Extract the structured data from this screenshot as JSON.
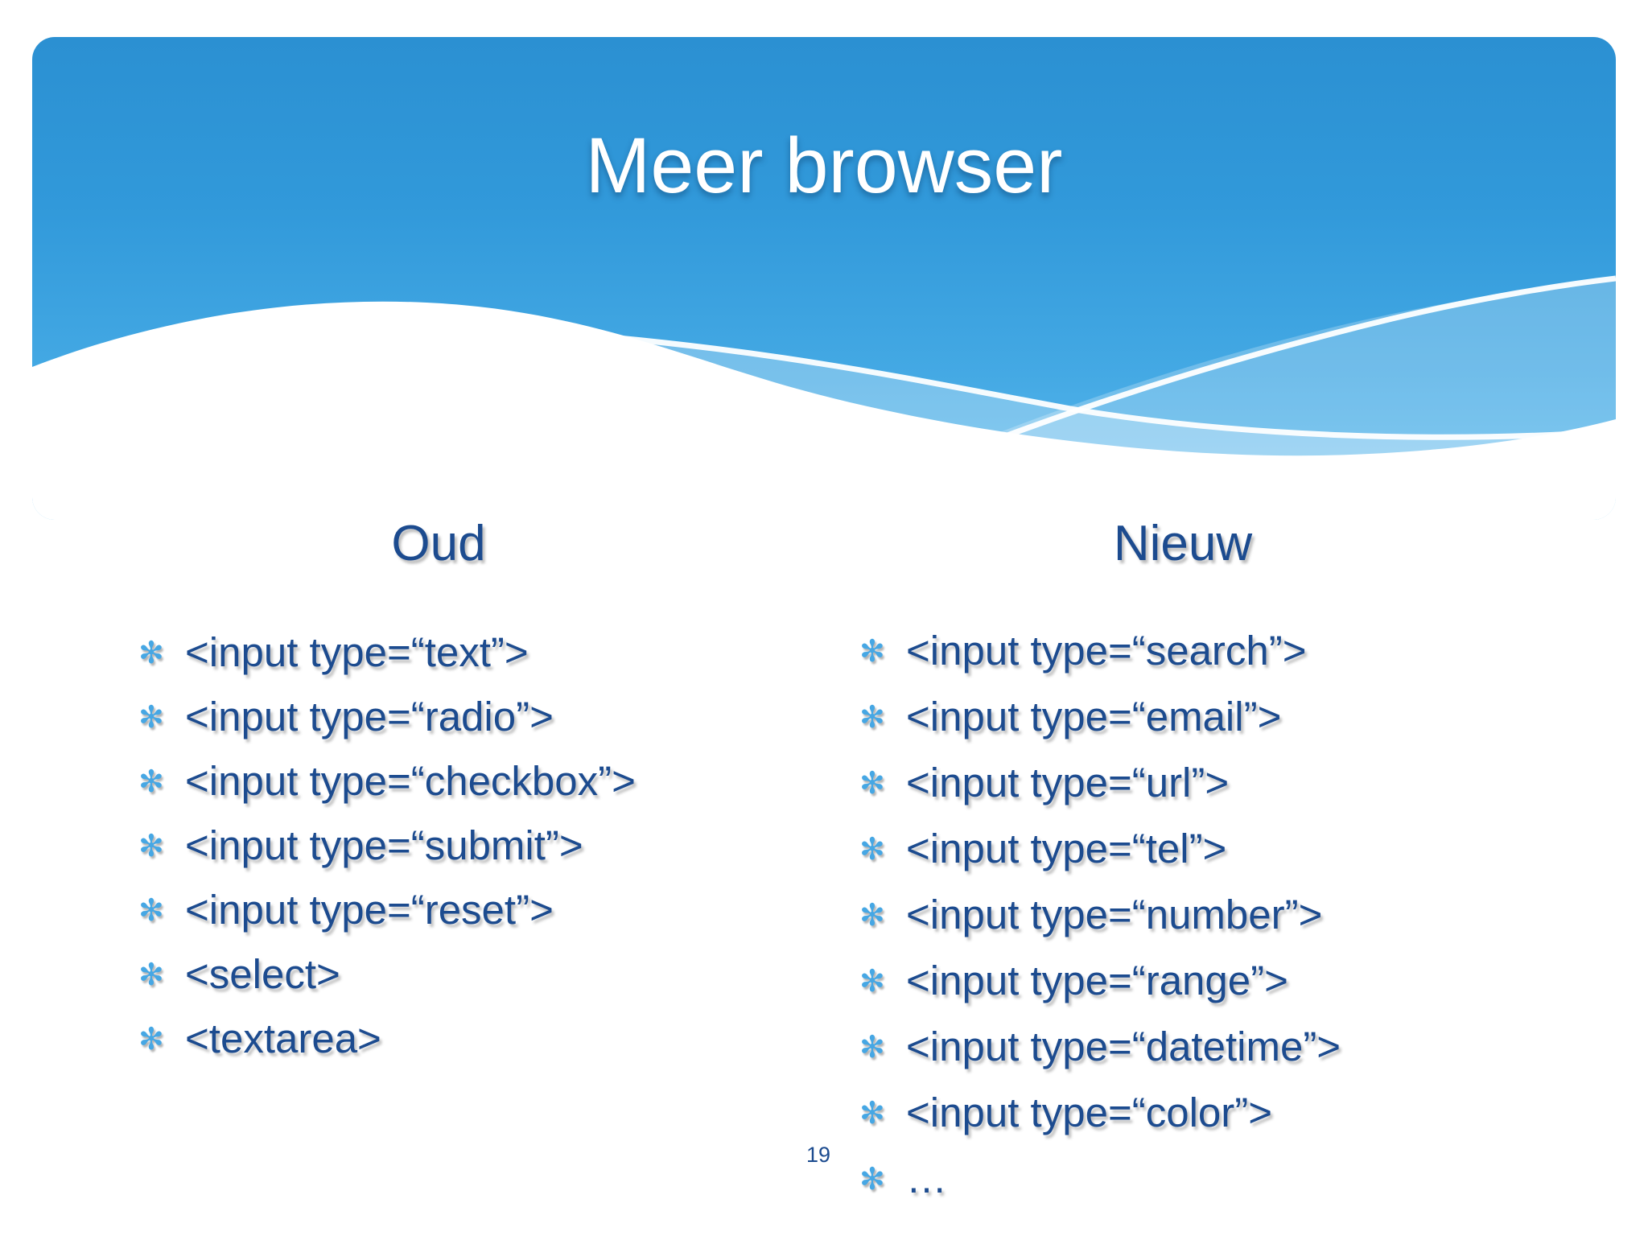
{
  "slide": {
    "title": "Meer browser",
    "page_number": "19",
    "bullet_glyph": "✻",
    "columns": [
      {
        "heading": "Oud",
        "items": [
          "<input type=“text”>",
          "<input type=“radio”>",
          "<input type=“checkbox”>",
          "<input type=“submit”>",
          "<input type=“reset”>",
          "<select>",
          "<textarea>"
        ]
      },
      {
        "heading": "Nieuw",
        "items": [
          "<input type=“search”>",
          "<input type=“email”>",
          "<input type=“url”>",
          "<input type=“tel”>",
          "<input type=“number”>",
          "<input type=“range”>",
          "<input type=“datetime”>",
          "<input type=“color”>",
          "…"
        ]
      }
    ]
  },
  "colors": {
    "header_gradient_top": "#2b90d2",
    "header_gradient_bottom": "#5fbcef",
    "body_text_blue": "#1c4b8f",
    "bullet_blue": "#46a7e4",
    "title_color": "#ffffff",
    "page_background": "#ffffff"
  }
}
